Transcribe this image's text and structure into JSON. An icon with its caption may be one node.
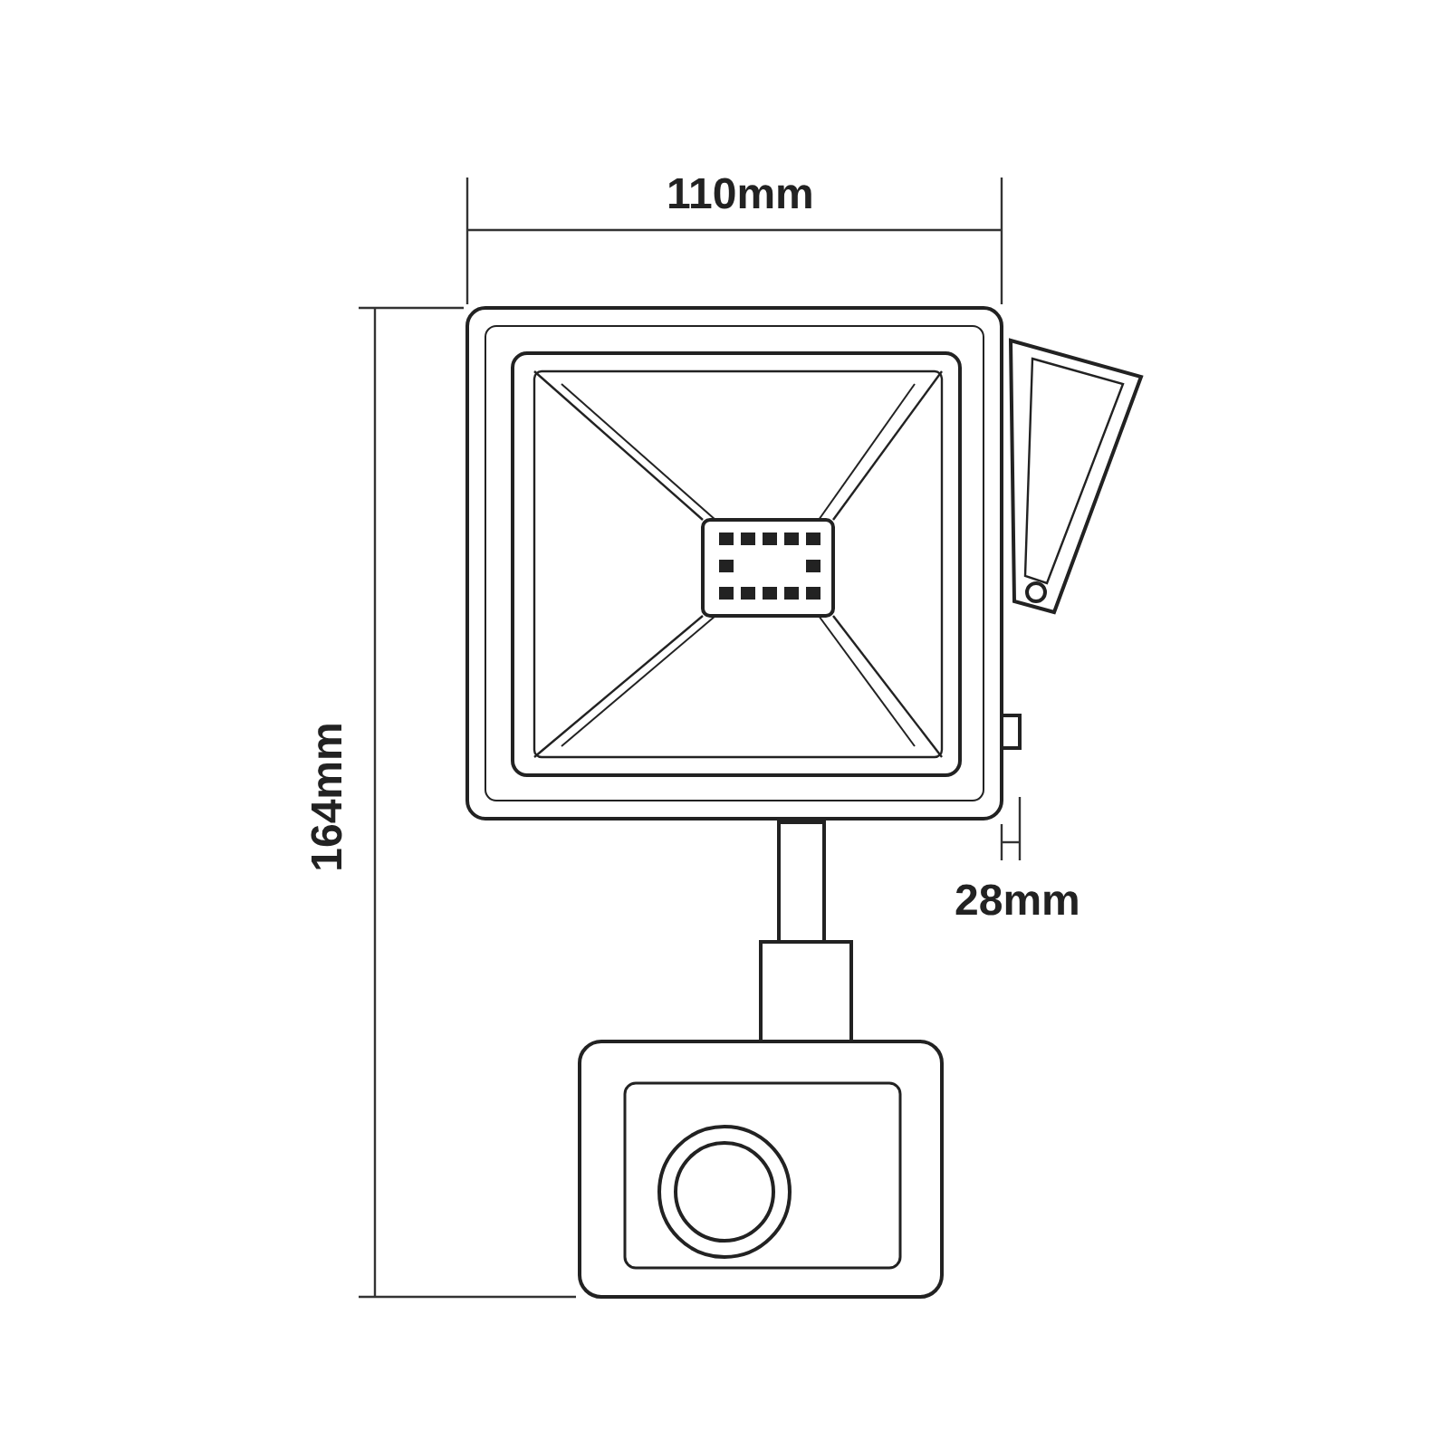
{
  "diagram": {
    "labels": [
      "110mm",
      "164mm",
      "28mm"
    ]
  }
}
